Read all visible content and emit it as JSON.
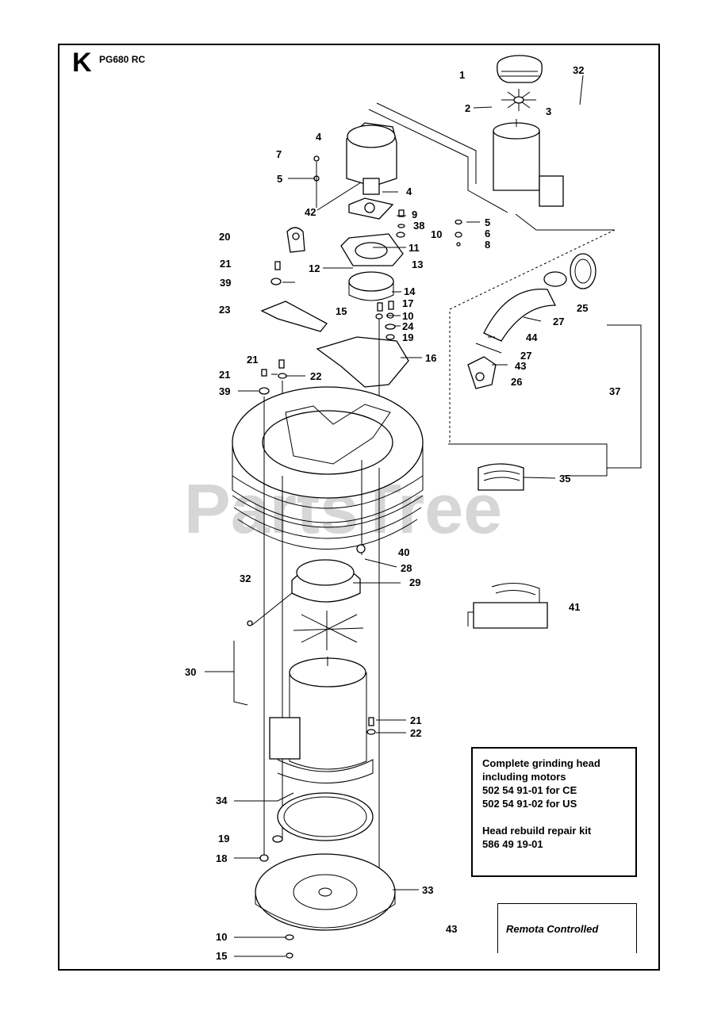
{
  "header": {
    "section_letter": "K",
    "model": "PG680 RC"
  },
  "watermark": "PartsTree",
  "callouts": [
    {
      "id": "c1",
      "text": "1"
    },
    {
      "id": "c32a",
      "text": "32"
    },
    {
      "id": "c2",
      "text": "2"
    },
    {
      "id": "c3",
      "text": "3"
    },
    {
      "id": "c4a",
      "text": "4"
    },
    {
      "id": "c7",
      "text": "7"
    },
    {
      "id": "c5a",
      "text": "5"
    },
    {
      "id": "c4b",
      "text": "4"
    },
    {
      "id": "c42",
      "text": "42"
    },
    {
      "id": "c9",
      "text": "9"
    },
    {
      "id": "c38",
      "text": "38"
    },
    {
      "id": "c5b",
      "text": "5"
    },
    {
      "id": "c10a",
      "text": "10"
    },
    {
      "id": "c6",
      "text": "6"
    },
    {
      "id": "c8",
      "text": "8"
    },
    {
      "id": "c20",
      "text": "20"
    },
    {
      "id": "c11",
      "text": "11"
    },
    {
      "id": "c13",
      "text": "13"
    },
    {
      "id": "c21a",
      "text": "21"
    },
    {
      "id": "c12",
      "text": "12"
    },
    {
      "id": "c39a",
      "text": "39"
    },
    {
      "id": "c14",
      "text": "14"
    },
    {
      "id": "c17",
      "text": "17"
    },
    {
      "id": "c23",
      "text": "23"
    },
    {
      "id": "c15a",
      "text": "15"
    },
    {
      "id": "c10b",
      "text": "10"
    },
    {
      "id": "c24",
      "text": "24"
    },
    {
      "id": "c19a",
      "text": "19"
    },
    {
      "id": "c25",
      "text": "25"
    },
    {
      "id": "c27a",
      "text": "27"
    },
    {
      "id": "c44",
      "text": "44"
    },
    {
      "id": "c16",
      "text": "16"
    },
    {
      "id": "c27b",
      "text": "27"
    },
    {
      "id": "c43a",
      "text": "43"
    },
    {
      "id": "c21b",
      "text": "21"
    },
    {
      "id": "c21c",
      "text": "21"
    },
    {
      "id": "c22a",
      "text": "22"
    },
    {
      "id": "c26",
      "text": "26"
    },
    {
      "id": "c39b",
      "text": "39"
    },
    {
      "id": "c37",
      "text": "37"
    },
    {
      "id": "c35",
      "text": "35"
    },
    {
      "id": "c40",
      "text": "40"
    },
    {
      "id": "c28",
      "text": "28"
    },
    {
      "id": "c32b",
      "text": "32"
    },
    {
      "id": "c29",
      "text": "29"
    },
    {
      "id": "c41",
      "text": "41"
    },
    {
      "id": "c30",
      "text": "30"
    },
    {
      "id": "c21d",
      "text": "21"
    },
    {
      "id": "c22b",
      "text": "22"
    },
    {
      "id": "c34",
      "text": "34"
    },
    {
      "id": "c19b",
      "text": "19"
    },
    {
      "id": "c18",
      "text": "18"
    },
    {
      "id": "c33",
      "text": "33"
    },
    {
      "id": "c10c",
      "text": "10"
    },
    {
      "id": "c15b",
      "text": "15"
    }
  ],
  "info_box": {
    "line1": "Complete grinding head",
    "line2": "including motors",
    "line3": "502 54 91-01 for CE",
    "line4": "502 54 91-02 for US",
    "line5": "Head rebuild repair kit",
    "line6": "586 49 19-01"
  },
  "remote": {
    "number": "43",
    "label": "Remota Controlled"
  }
}
